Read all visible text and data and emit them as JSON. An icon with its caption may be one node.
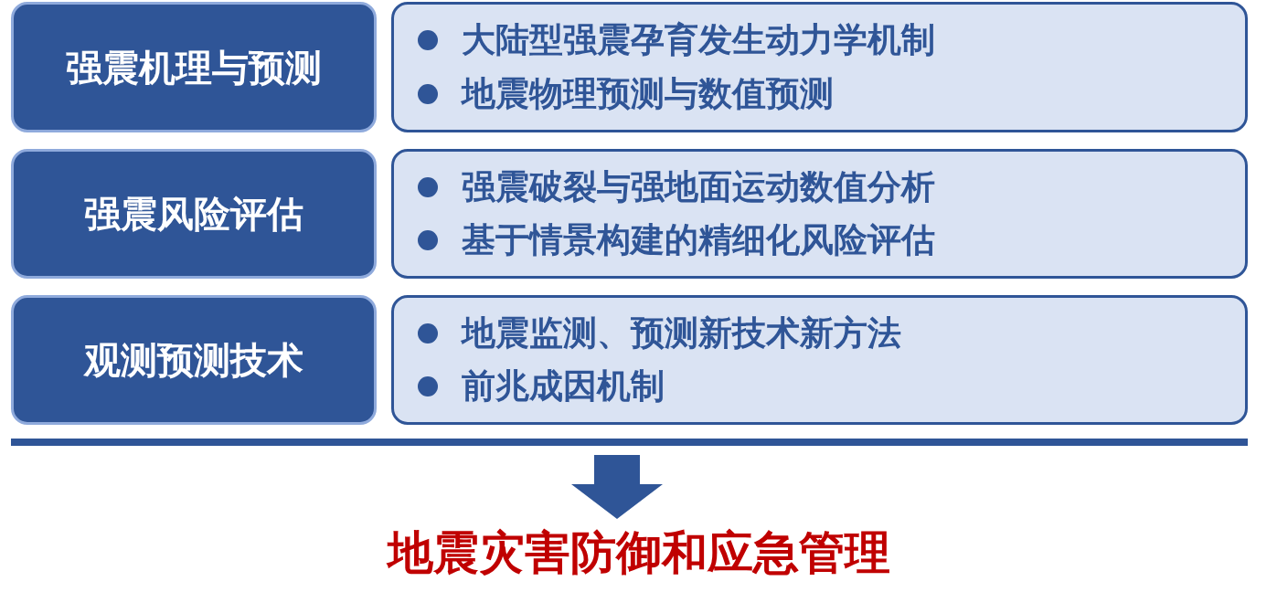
{
  "diagram": {
    "nodes": [
      {
        "text": [
          "强震机理与预测"
        ]
      },
      {
        "text": [
          "大陆型强震孕育发生动力学机制",
          "地震物理预测与数值预测"
        ]
      },
      {
        "text": [
          "强震风险评估"
        ]
      },
      {
        "text": [
          "强震破裂与强地面运动数值分析",
          "基于情景构建的精细化风险评估"
        ]
      },
      {
        "text": [
          "观测预测技术"
        ]
      },
      {
        "text": [
          "地震监测、预测新技术新方法",
          "前兆成因机制"
        ]
      },
      {
        "text": [
          "地震灾害防御和应急管理"
        ]
      }
    ],
    "edges": [
      {
        "from": null,
        "to": 6,
        "arrow": "to"
      }
    ]
  }
}
